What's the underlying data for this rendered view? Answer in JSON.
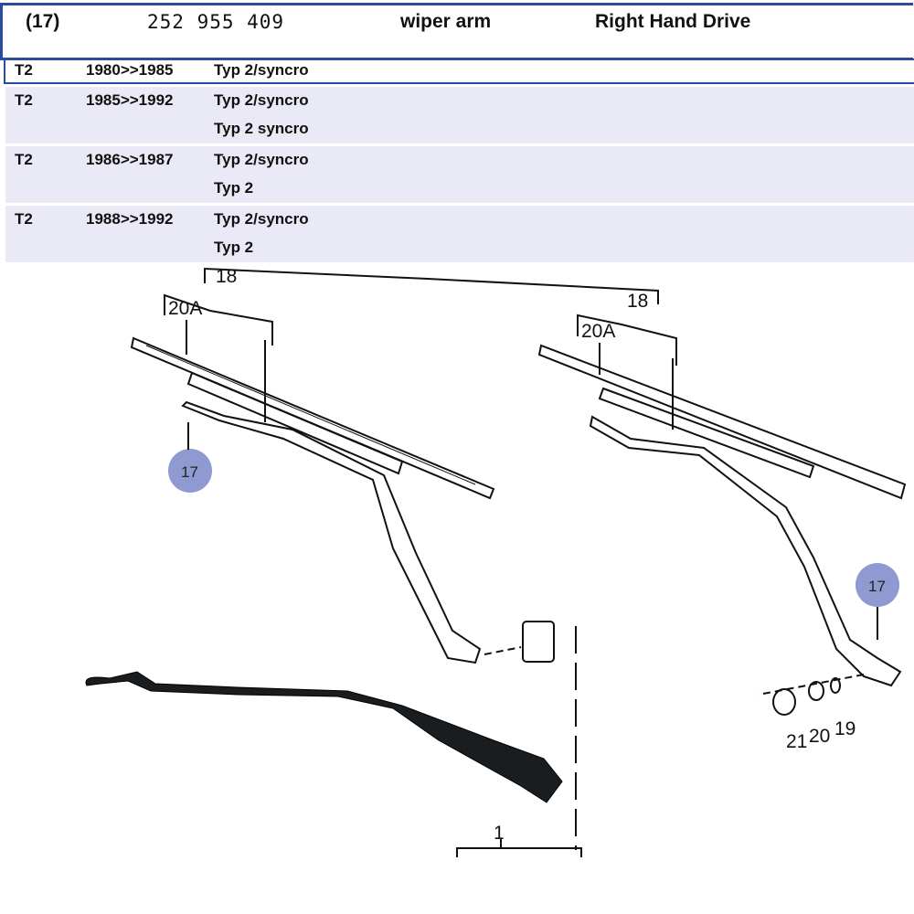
{
  "header": {
    "ref": "(17)",
    "part_number": "252 955 409",
    "description": "wiper arm",
    "note": "Right Hand Drive"
  },
  "applications": [
    {
      "model": "T2",
      "years": "1980>>1985",
      "types": [
        "Typ 2/syncro"
      ]
    },
    {
      "model": "T2",
      "years": "1985>>1992",
      "types": [
        "Typ 2/syncro",
        "Typ 2 syncro"
      ]
    },
    {
      "model": "T2",
      "years": "1986>>1987",
      "types": [
        "Typ 2/syncro",
        "Typ 2"
      ]
    },
    {
      "model": "T2",
      "years": "1988>>1992",
      "types": [
        "Typ 2/syncro",
        "Typ 2"
      ]
    }
  ],
  "diagram": {
    "labels": {
      "blade_set": "18",
      "blade_insert": "20A",
      "arm": "17",
      "nut_cap": "21",
      "nut": "20",
      "washer": "19",
      "arm_assembly": "1"
    },
    "bubble_color": "#8f9ad0",
    "highlight_color": "#2b4aa0"
  }
}
